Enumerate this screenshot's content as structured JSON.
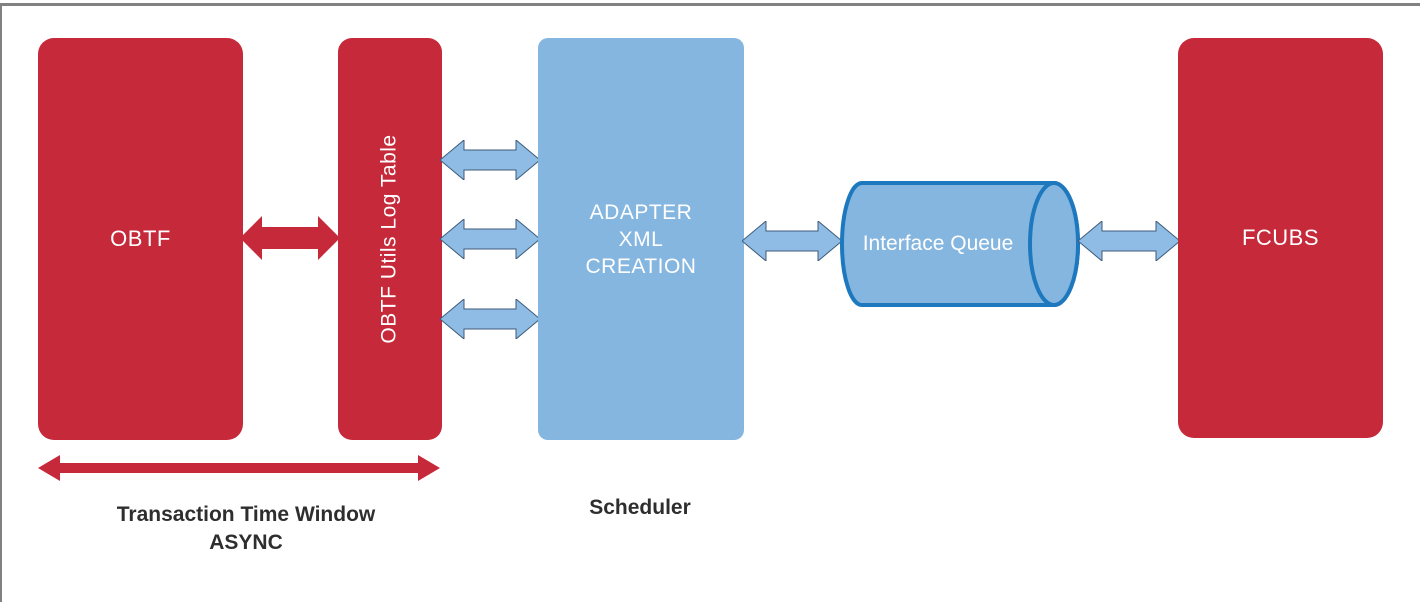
{
  "colors": {
    "red": "#c5293a",
    "blue_fill": "#85b6df",
    "blue_arrow": "#8fbce4",
    "arrow_outline": "#3c5a77",
    "cylinder_stroke": "#1e78be",
    "label_dark": "#2e2e2e",
    "frame_gray": "#818181"
  },
  "nodes": {
    "obtf": {
      "label": "OBTF"
    },
    "log_table": {
      "label": "OBTF Utils Log Table"
    },
    "adapter": {
      "label_lines": [
        "ADAPTER",
        "XML",
        "CREATION"
      ]
    },
    "queue": {
      "label": "Interface Queue"
    },
    "fcubs": {
      "label": "FCUBS"
    }
  },
  "connectors": {
    "obtf_logtable": {
      "type": "bidirectional-arrow",
      "color": "red"
    },
    "logtable_adapter": {
      "type": "bidirectional-arrow",
      "color": "blue",
      "count": 3
    },
    "adapter_queue": {
      "type": "bidirectional-arrow",
      "color": "blue"
    },
    "queue_fcubs": {
      "type": "bidirectional-arrow",
      "color": "blue"
    },
    "transaction_window": {
      "type": "bidirectional-arrow",
      "color": "red"
    }
  },
  "captions": {
    "transaction_line1": "Transaction Time Window",
    "transaction_line2": "ASYNC",
    "scheduler": "Scheduler"
  }
}
